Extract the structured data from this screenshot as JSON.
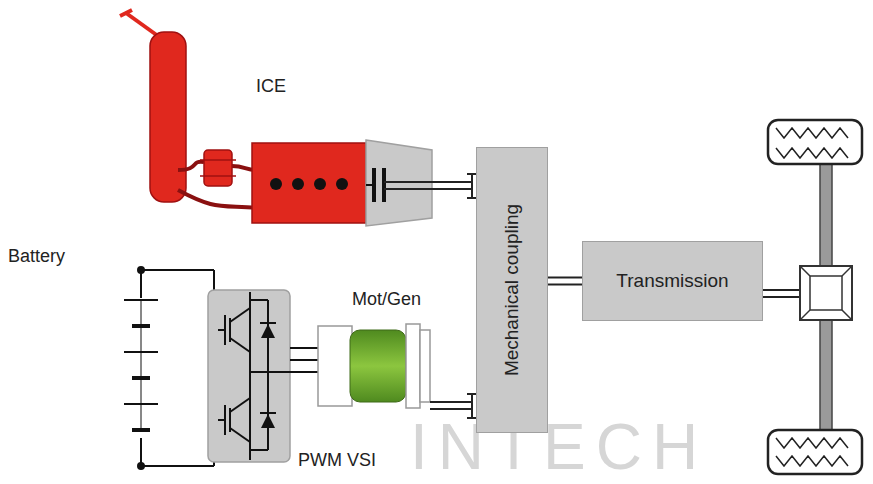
{
  "diagram": {
    "nodes": [
      {
        "text": [
          "Mechanical coupling"
        ]
      },
      {
        "text": [
          "Transmission"
        ]
      }
    ],
    "edges": [
      {
        "from": 0,
        "to": 1,
        "arrow": "none"
      }
    ],
    "labels": [
      "ICE",
      "Battery",
      "Mot/Gen",
      "PWM VSI",
      "INTECH"
    ]
  }
}
